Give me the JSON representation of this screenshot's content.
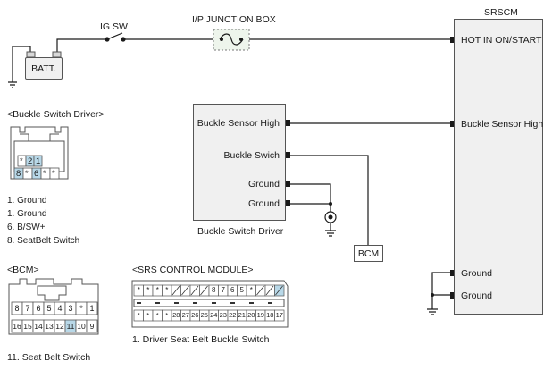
{
  "top": {
    "ig_sw": "IG SW",
    "junction_box": "I/P JUNCTION BOX",
    "srscm_title": "SRSCM",
    "battery": "BATT."
  },
  "srscm": {
    "pins": [
      "HOT IN ON/START",
      "Buckle Sensor High",
      "Ground",
      "Ground"
    ]
  },
  "buckle_switch_driver": {
    "pins": [
      "Buckle Sensor High",
      "Buckle Swich",
      "Ground",
      "Ground"
    ],
    "caption": "Buckle Switch Driver"
  },
  "bcm_box": "BCM",
  "connector_buckle": {
    "title": "<Buckle Switch Driver>",
    "row1": [
      "*",
      "2",
      "1"
    ],
    "row2": [
      "8",
      "*",
      "6",
      "*",
      "*"
    ],
    "legend": [
      "1. Ground",
      "1. Ground",
      "6. B/SW+",
      "8. SeatBelt Switch"
    ]
  },
  "connector_bcm": {
    "title": "<BCM>",
    "row1": [
      "8",
      "7",
      "6",
      "5",
      "4",
      "3",
      "*",
      "1"
    ],
    "row2": [
      "16",
      "15",
      "14",
      "13",
      "12",
      "11",
      "10",
      "9"
    ],
    "legend": [
      "11. Seat Belt Switch"
    ]
  },
  "connector_srs": {
    "title": "<SRS CONTROL MODULE>",
    "row1": [
      "*",
      "*",
      "*",
      "*",
      "",
      "",
      "",
      "",
      "8",
      "7",
      "6",
      "5",
      "*",
      "",
      "",
      ""
    ],
    "row3": [
      "*",
      "*",
      "*",
      "*",
      "28",
      "27",
      "26",
      "25",
      "24",
      "23",
      "22",
      "21",
      "20",
      "19",
      "18",
      "17"
    ],
    "legend": [
      "1. Driver Seat Belt Buckle Switch"
    ]
  },
  "colors": {
    "wire": "#1a1a1a",
    "box_fill": "#f0f0f0",
    "highlight": "#b8d8e8",
    "fuse_fill": "#eef5ec"
  }
}
